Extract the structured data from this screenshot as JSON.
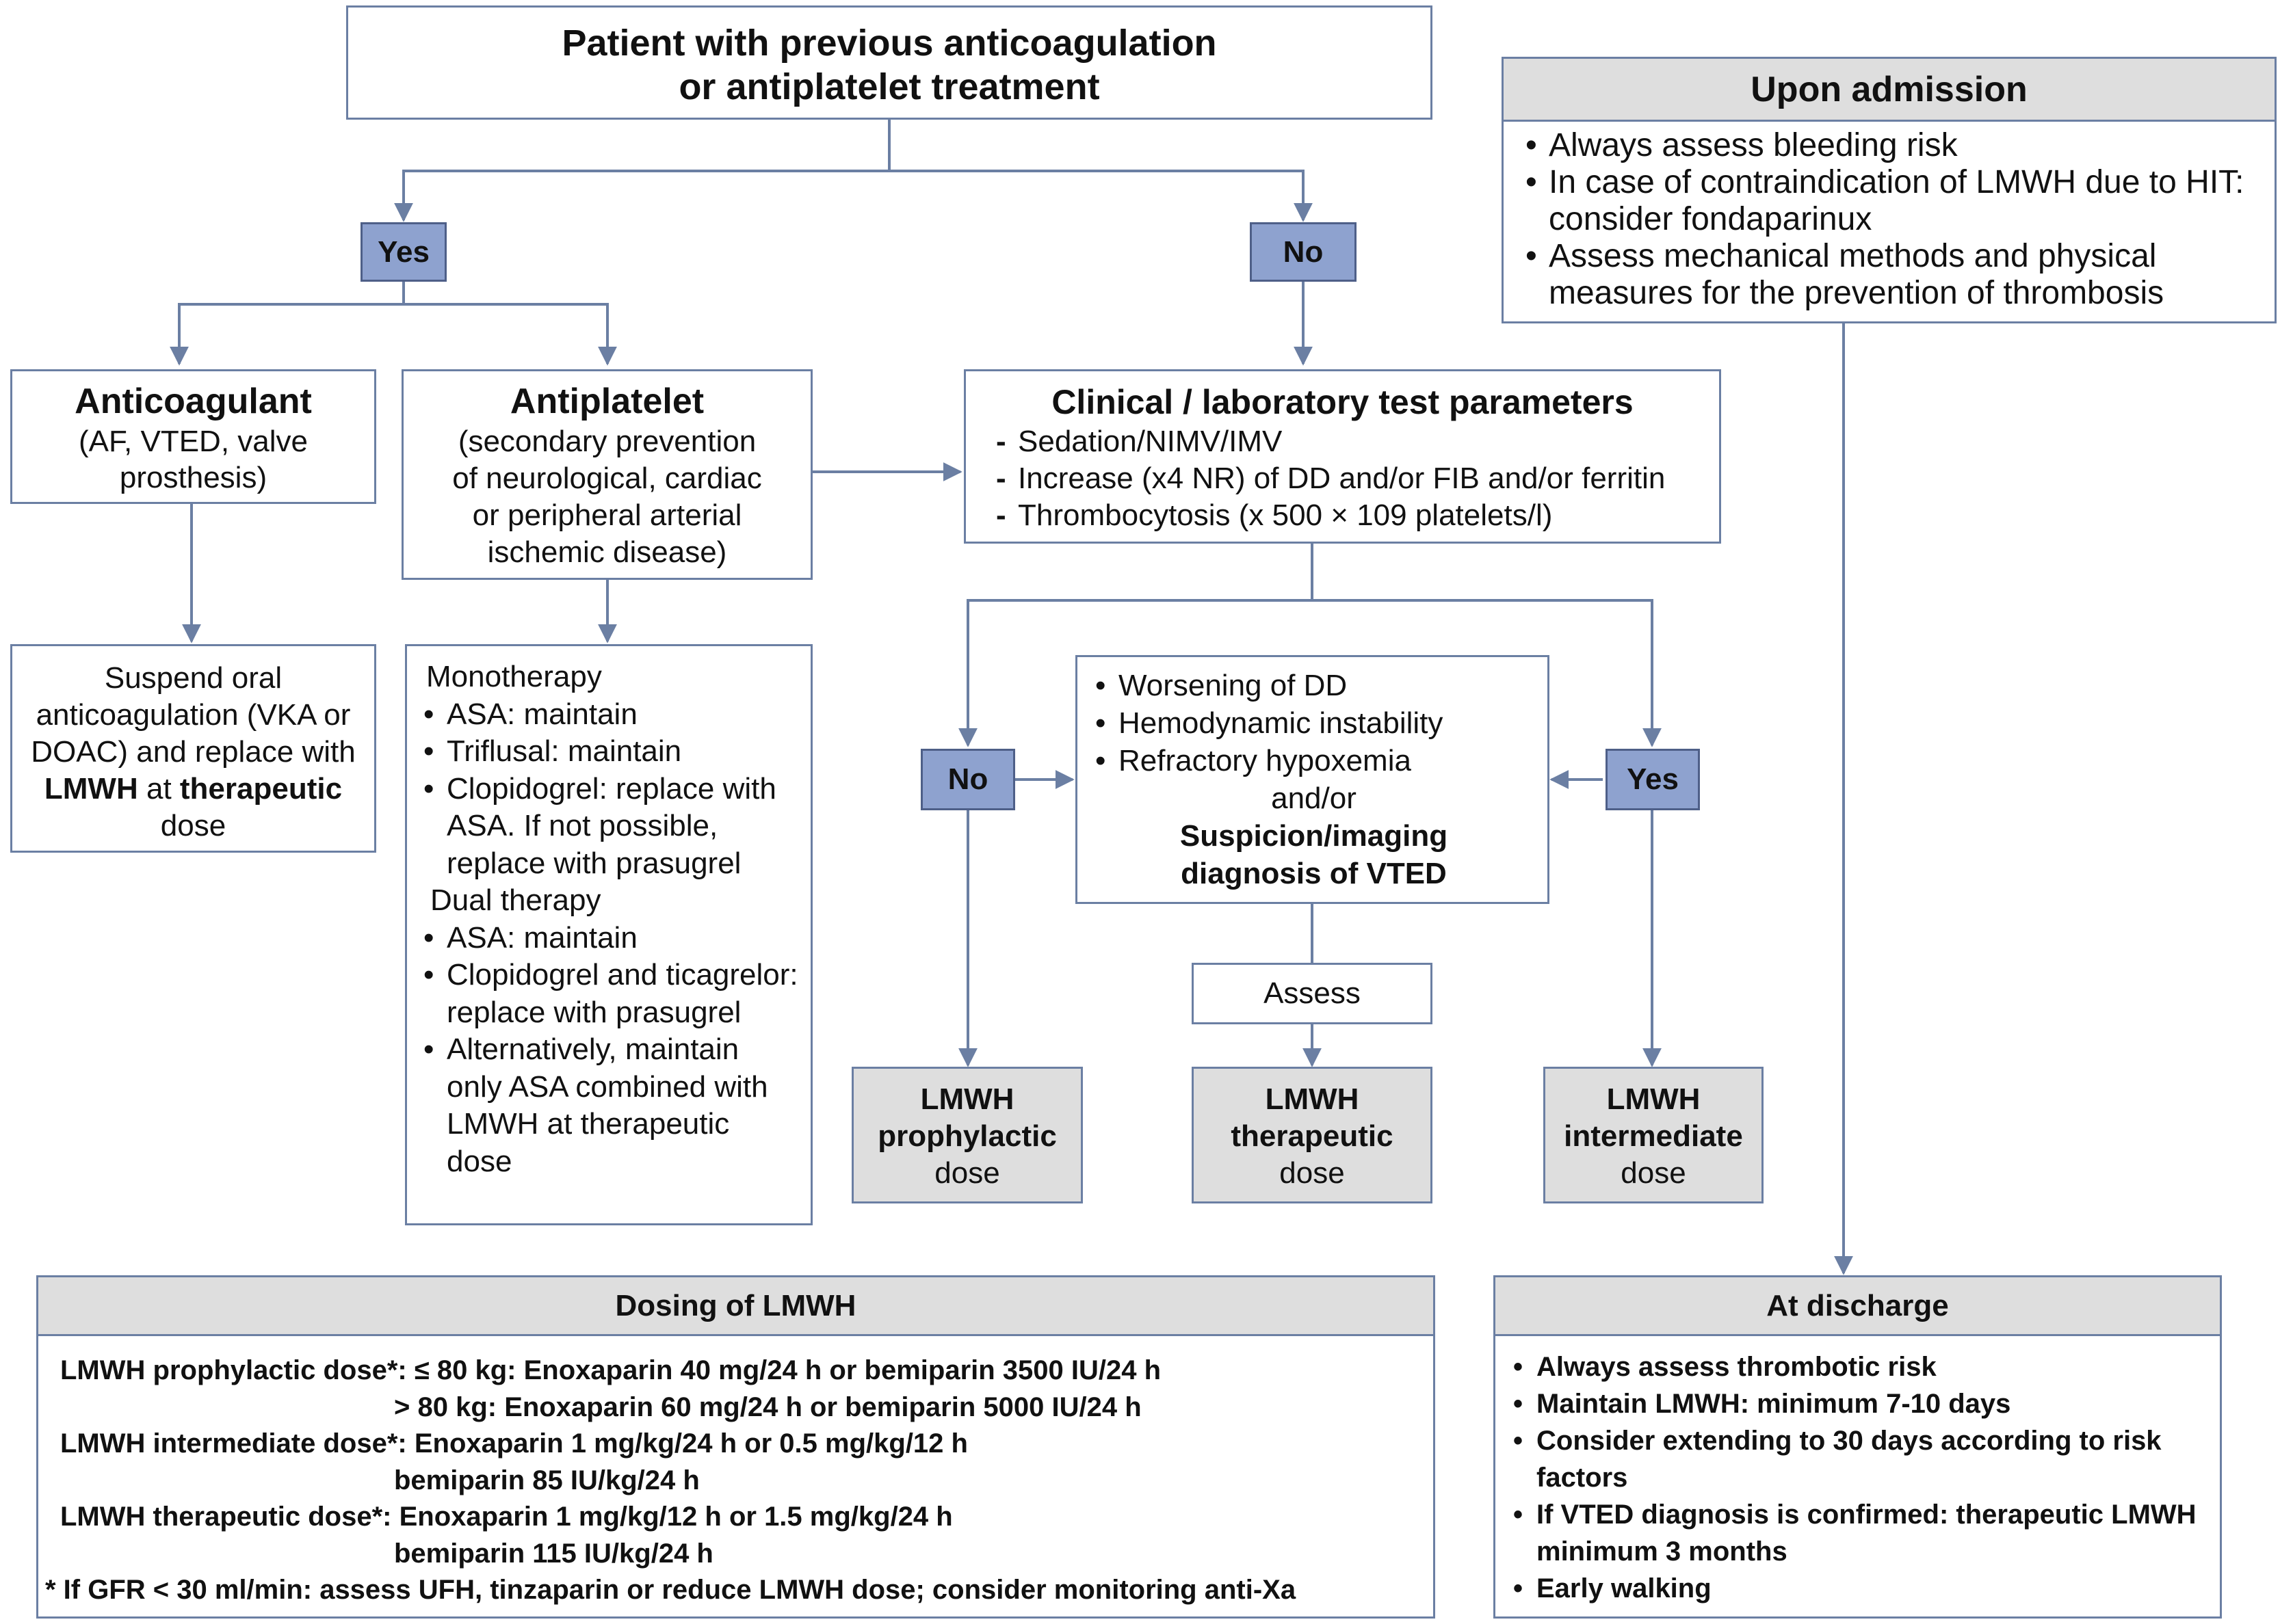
{
  "top": {
    "title_line1": "Patient with previous anticoagulation",
    "title_line2": "or antiplatelet treatment"
  },
  "labels": {
    "yes": "Yes",
    "no": "No",
    "assess": "Assess"
  },
  "anticoagulant": {
    "title": "Anticoagulant",
    "line1": "(AF, VTED, valve",
    "line2": "prosthesis)"
  },
  "antiplatelet": {
    "title": "Antiplatelet",
    "lines": [
      "(secondary prevention",
      "of neurological, cardiac",
      "or peripheral arterial",
      "ischemic disease)"
    ]
  },
  "clinical": {
    "title": "Clinical / laboratory test parameters",
    "items": [
      "Sedation/NIMV/IMV",
      "Increase (x4 NR) of DD and/or FIB and/or ferritin",
      "Thrombocytosis (x 500 × 109 platelets/l)"
    ]
  },
  "suspend": {
    "line1": "Suspend oral",
    "line2": "anticoagulation (VKA or",
    "line3": "DOAC) and replace with",
    "bold1": "LMWH",
    "mid": " at ",
    "bold2": "therapeutic",
    "line5": "dose"
  },
  "antiplatelet_detail": {
    "mono_heading": "Monotherapy",
    "mono_items": [
      "ASA: maintain",
      "Triflusal: maintain",
      "Clopidogrel: replace with ASA. If not possible, replace with prasugrel"
    ],
    "dual_heading": "Dual therapy",
    "dual_items": [
      "ASA: maintain",
      "Clopidogrel and ticagrelor: replace with prasugrel",
      "Alternatively, maintain only ASA combined with LMWH at therapeutic dose"
    ]
  },
  "center": {
    "items": [
      "Worsening of DD",
      "Hemodynamic instability",
      "Refractory hypoxemia"
    ],
    "andor": "and/or",
    "bold_line1": "Suspicion/imaging",
    "bold_line2": "diagnosis of VTED"
  },
  "doses": {
    "prophylactic": {
      "l1": "LMWH",
      "l2": "prophylactic",
      "l3": "dose"
    },
    "therapeutic": {
      "l1": "LMWH",
      "l2": "therapeutic",
      "l3": "dose"
    },
    "intermediate": {
      "l1": "LMWH",
      "l2": "intermediate",
      "l3": "dose"
    }
  },
  "admission": {
    "title": "Upon admission",
    "items": [
      "Always assess bleeding risk",
      "In case of contraindication of LMWH due to HIT: consider fondaparinux",
      "Assess mechanical methods and physical measures for the prevention of thrombosis"
    ]
  },
  "dosing": {
    "title": "Dosing of LMWH",
    "lines": [
      "LMWH prophylactic dose*: ≤ 80 kg: Enoxaparin 40 mg/24 h or bemiparin 3500 IU/24 h",
      "> 80 kg: Enoxaparin 60 mg/24 h or bemiparin 5000 IU/24 h",
      "LMWH intermediate dose*: Enoxaparin 1 mg/kg/24 h or 0.5 mg/kg/12 h",
      "bemiparin 85 IU/kg/24 h",
      "LMWH therapeutic dose*: Enoxaparin 1 mg/kg/12 h or 1.5 mg/kg/24 h",
      "bemiparin 115 IU/kg/24 h",
      "* If GFR < 30 ml/min: assess UFH, tinzaparin or reduce LMWH dose; consider monitoring anti-Xa"
    ]
  },
  "discharge": {
    "title": "At discharge",
    "items": [
      "Always assess thrombotic risk",
      "Maintain LMWH: minimum 7-10 days",
      "Consider extending to 30 days according to risk factors",
      "If VTED diagnosis is confirmed: therapeutic LMWH minimum 3 months",
      "Early walking"
    ]
  },
  "colors": {
    "line": "#6b7fa3",
    "label_fill": "#8ea2cf",
    "gray_fill": "#dedede"
  }
}
